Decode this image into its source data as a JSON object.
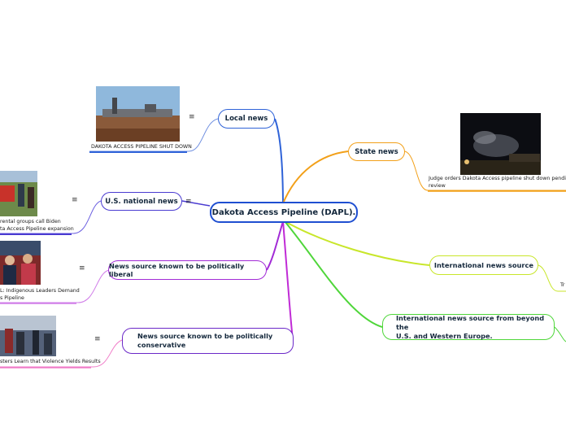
{
  "central": {
    "label": "Dakota Access Pipeline (DAPL)."
  },
  "topics": {
    "local": {
      "label": "Local news",
      "caption": "DAKOTA ACCESS PIPELINE SHUT DOWN"
    },
    "national": {
      "label": "U.S. national news",
      "caption_line1": "rental groups call Biden",
      "caption_line2": "ta Access Pipeline expansion"
    },
    "liberal": {
      "label": "News source known to be politically liberal",
      "caption_line1": "L: Indigenous Leaders Demand",
      "caption_line2": "s Pipeline"
    },
    "conservative": {
      "label_line1": "News source known to be politically",
      "label_line2": "conservative",
      "caption": "sters Learn that Violence Yields Results"
    },
    "state": {
      "label": "State news",
      "caption_line1": "Judge orders Dakota Access pipeline shut down pending",
      "caption_line2": "review"
    },
    "international": {
      "label": "International news source",
      "caption": "Tr"
    },
    "beyond": {
      "label_line1": "International news source from beyond the",
      "label_line2": "U.S. and Western Europe."
    }
  },
  "notes_icon": "≡",
  "colors": {
    "central": "#1f4fd1",
    "local": "#2f63d8",
    "national": "#4a3bd1",
    "liberal": "#a22bd6",
    "conservative": "#6b28c8",
    "state": "#f2a019",
    "international": "#c8e62a",
    "beyond": "#4fd63a"
  }
}
